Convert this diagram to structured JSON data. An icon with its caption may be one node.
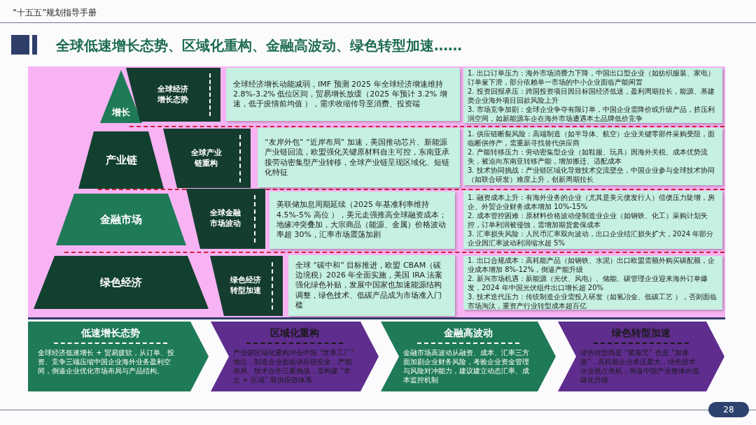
{
  "diagram": {
    "title": "全球低速增长态势、区域化重构、金融高波动、绿色转型加速……",
    "nodes": [
      {
        "text": [
          "增长"
        ]
      },
      {
        "text": [
          "全球经济增长态势"
        ]
      },
      {
        "text": [
          "全球经济增长动能减弱，IMF 预测 2025 年全球经济增速维持 2.8%-3.2% 低位区间，贸易增长放缓（2025 年预计 3.2% 增速，低于疫情前均值 ），需求收缩传导至消费、投资端"
        ]
      },
      {
        "text": [
          "1. 出口订单压力：海外市场消费力下降，中国出口型企业（如纺织服装、家电）订单量下滑，部分依赖单一市场的中小企业面临产能闲置",
          "2. 投资回报承压：跨国投资项目因目标国经济低迷，盈利周期拉长，能源、基建类企业海外项目回款风险上升",
          "3. 市场竞争加剧：全球企业争夺有限订单，中国企业需降价或升级产品，挤压利润空间，如新能源车企在海外市场遭遇本土品牌低价竞争"
        ]
      },
      {
        "text": [
          "产业链"
        ]
      },
      {
        "text": [
          "全球产业链重构"
        ]
      },
      {
        "text": [
          "“友岸外包” “近岸布局” 加速，美国推动芯片、新能源产业链回流，欧盟强化关键原材料自主可控，东南亚承接劳动密集型产业转移，全球产业链呈现区域化、短链化特征"
        ]
      },
      {
        "text": [
          "1. 供应链断裂风险：高端制造（如半导体、航空）企业关键零部件采购受阻，面临断供停产，需重新寻找替代供应商",
          "2. 产能转移压力：劳动密集型企业（如鞋服、玩具）因海外关税、成本优势流失，被迫向东南亚转移产能，增加搬迁、适配成本",
          "3. 技术协同挑战：产业链区域化导致技术交流壁垒，中国企业参与全球技术协同（如联合研发）难度上升，创新周期拉长"
        ]
      },
      {
        "text": [
          "金融市场"
        ]
      },
      {
        "text": [
          "全球金融市场波动"
        ]
      },
      {
        "text": [
          "美联储加息周期延续（2025 年基准利率维持 4.5%-5% 高位 ），美元走强推高全球融资成本；地缘冲突叠加，大宗商品（能源、金属）价格波动率超 30%，汇率市场震荡加剧"
        ]
      },
      {
        "text": [
          "1. 融资成本上升：有海外业务的企业（尤其是美元债发行人）偿债压力陡增，房企、外贸企业财务成本增加 10%-15%",
          "2. 成本管控困难：原材料价格波动使制造业企业（如钢铁、化工）采购计划失控，订单利润被侵蚀，需增加期货套保成本",
          "3. 汇率损失风险：人民币汇率双向波动，出口企业结汇损失扩大，2024 年部分企业因汇率波动利润缩水超 5%"
        ]
      },
      {
        "text": [
          "绿色经济"
        ]
      },
      {
        "text": [
          "绿色经济转型加速"
        ]
      },
      {
        "text": [
          "全球 “碳中和” 目标推进，欧盟 CBAM（碳边境税）2026 年全面实施，美国 IRA 法案强化绿色补贴，发展中国家也加速能源结构调整，绿色技术、低碳产品成为市场准入门槛"
        ]
      },
      {
        "text": [
          "1. 出口合规成本：高耗能产品（如钢铁、水泥）出口欧盟需额外购买碳配额，企业成本增加 8%-12%，倒逼产能升级",
          "2. 新兴市场机遇：新能源（光伏、风电）、储能、碳管理企业迎来海外订单爆发，2024 年中国光伏组件出口增长超 20%",
          "3. 技术迭代压力：传统制造企业需投入研发（如氢冶金、低碳工艺 ），否则面临市场淘汰，重资产行业转型成本超百亿"
        ]
      },
      {
        "text": [
          "低速增长态势",
          "全球经济低速增长 + 贸易疲软，从订单、投资、竞争三端压缩中国企业海外业务盈利空间，倒逼企业优化市场布局与产品结构。"
        ]
      },
      {
        "text": [
          "区域化重构",
          "产业链区域化重构冲击中国 “世界工厂” 地位，制造企业面临供应链安全、产能布局、技术合作三重挑战，需构建 “本土 + 区域” 双供应链体系"
        ]
      },
      {
        "text": [
          "金融高波动",
          "金融市场高波动从融资、成本、汇率三方面加剧企业财务风险，考验企业资金管理与风险对冲能力，建议建立动态汇率、成本监控机制"
        ]
      },
      {
        "text": [
          "绿色转型加速",
          "绿色转型既是 “紧箍咒” 也是 “加速器”，高耗能企业承压最大，绿色技术企业抢占先机，倒逼中国产业整体向低碳化升级"
        ]
      }
    ],
    "labels": [
      "“十五五”规划指导手册",
      "28"
    ]
  }
}
